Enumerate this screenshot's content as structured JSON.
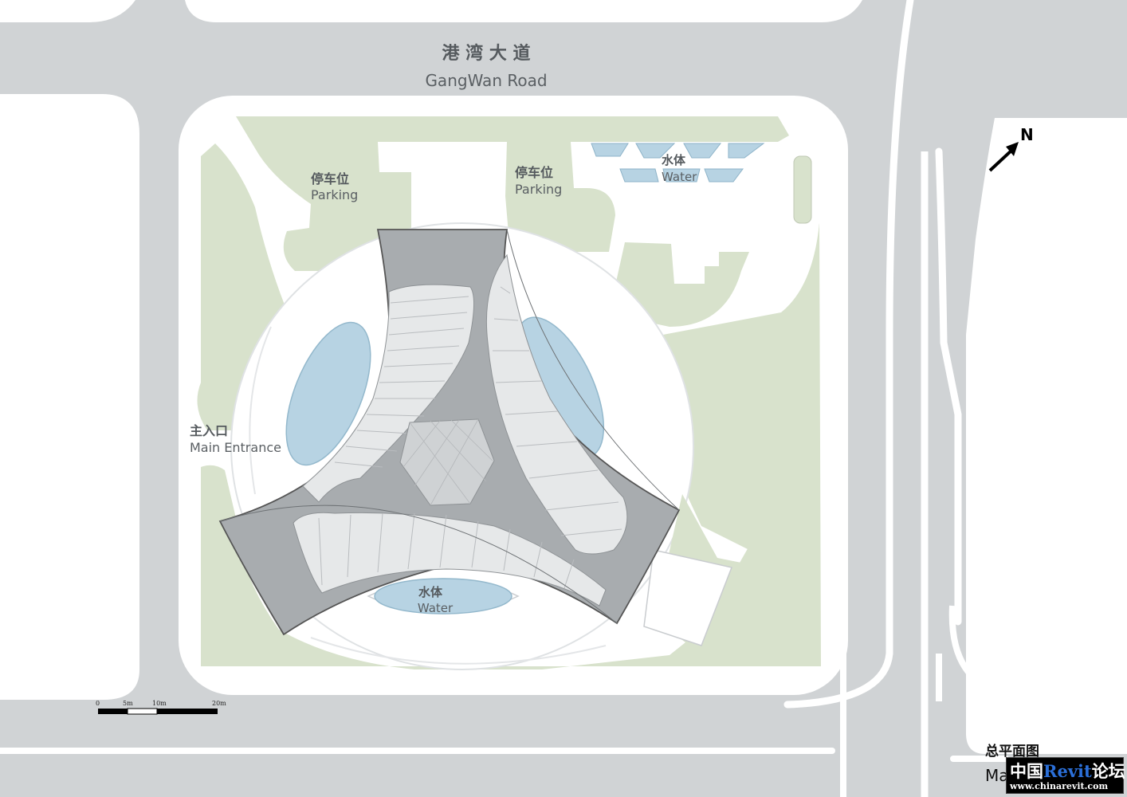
{
  "colors": {
    "road": "#d0d3d5",
    "site": "#ffffff",
    "green": "#d8e2cc",
    "water": "#b7d3e3",
    "roof": "#9fa3a6",
    "roof_light": "#c4c7c9",
    "glass": "#d6d8da",
    "building_outline": "#555555"
  },
  "road": {
    "cn": "港 湾 大 道",
    "en": "GangWan  Road"
  },
  "parking_left": {
    "cn": "停车位",
    "en": "Parking"
  },
  "parking_right": {
    "cn": "停车位",
    "en": "Parking"
  },
  "water_north": {
    "cn": "水体",
    "en": "Water"
  },
  "water_south": {
    "cn": "水体",
    "en": "Water"
  },
  "entrance": {
    "cn": "主入口",
    "en": "Main Entrance"
  },
  "north_arrow": {
    "label": "N"
  },
  "scale_bar": {
    "ticks": [
      "0",
      "5m",
      "10m",
      "20m"
    ]
  },
  "title": {
    "cn": "总平面图",
    "en": "Ma"
  },
  "watermark": {
    "part1": "中国",
    "part2": "Revit",
    "part3": "论坛",
    "url": "www.chinarevit.com"
  }
}
